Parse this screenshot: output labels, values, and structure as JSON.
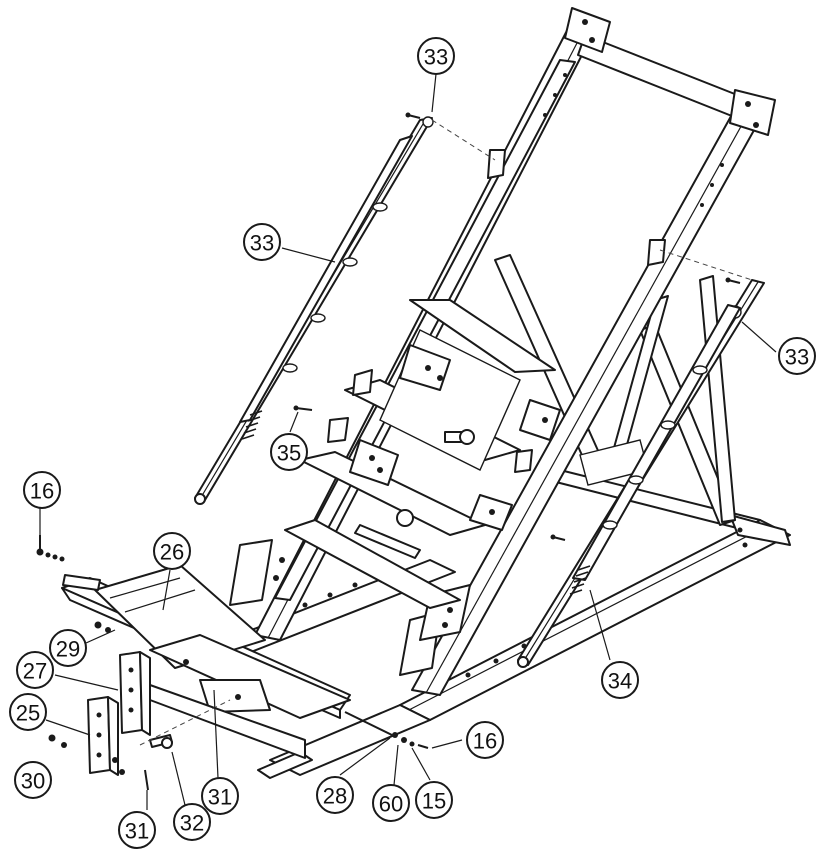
{
  "diagram": {
    "callouts": [
      {
        "id": "c-33-top",
        "label": "33"
      },
      {
        "id": "c-33-left",
        "label": "33"
      },
      {
        "id": "c-33-right",
        "label": "33"
      },
      {
        "id": "c-35",
        "label": "35"
      },
      {
        "id": "c-16-left",
        "label": "16"
      },
      {
        "id": "c-26",
        "label": "26"
      },
      {
        "id": "c-29",
        "label": "29"
      },
      {
        "id": "c-27",
        "label": "27"
      },
      {
        "id": "c-25",
        "label": "25"
      },
      {
        "id": "c-30",
        "label": "30"
      },
      {
        "id": "c-31-bottom",
        "label": "31"
      },
      {
        "id": "c-32",
        "label": "32"
      },
      {
        "id": "c-31-mid",
        "label": "31"
      },
      {
        "id": "c-28",
        "label": "28"
      },
      {
        "id": "c-60",
        "label": "60"
      },
      {
        "id": "c-15",
        "label": "15"
      },
      {
        "id": "c-16-right",
        "label": "16"
      },
      {
        "id": "c-34",
        "label": "34"
      }
    ]
  }
}
